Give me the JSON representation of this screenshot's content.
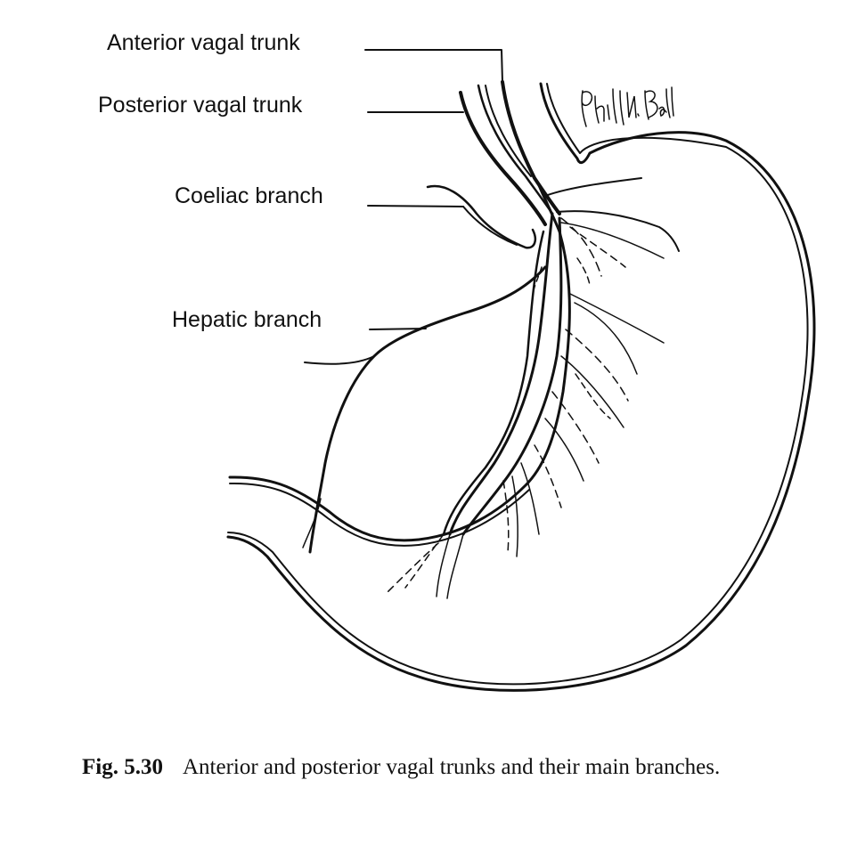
{
  "labels": {
    "anterior_vagal_trunk": "Anterior vagal trunk",
    "posterior_vagal_trunk": "Posterior vagal trunk",
    "coeliac_branch": "Coeliac branch",
    "hepatic_branch": "Hepatic branch"
  },
  "signature": "Phil M Ball",
  "caption": {
    "figure_number": "Fig. 5.30",
    "text": "Anterior and posterior vagal trunks and their main branches."
  }
}
